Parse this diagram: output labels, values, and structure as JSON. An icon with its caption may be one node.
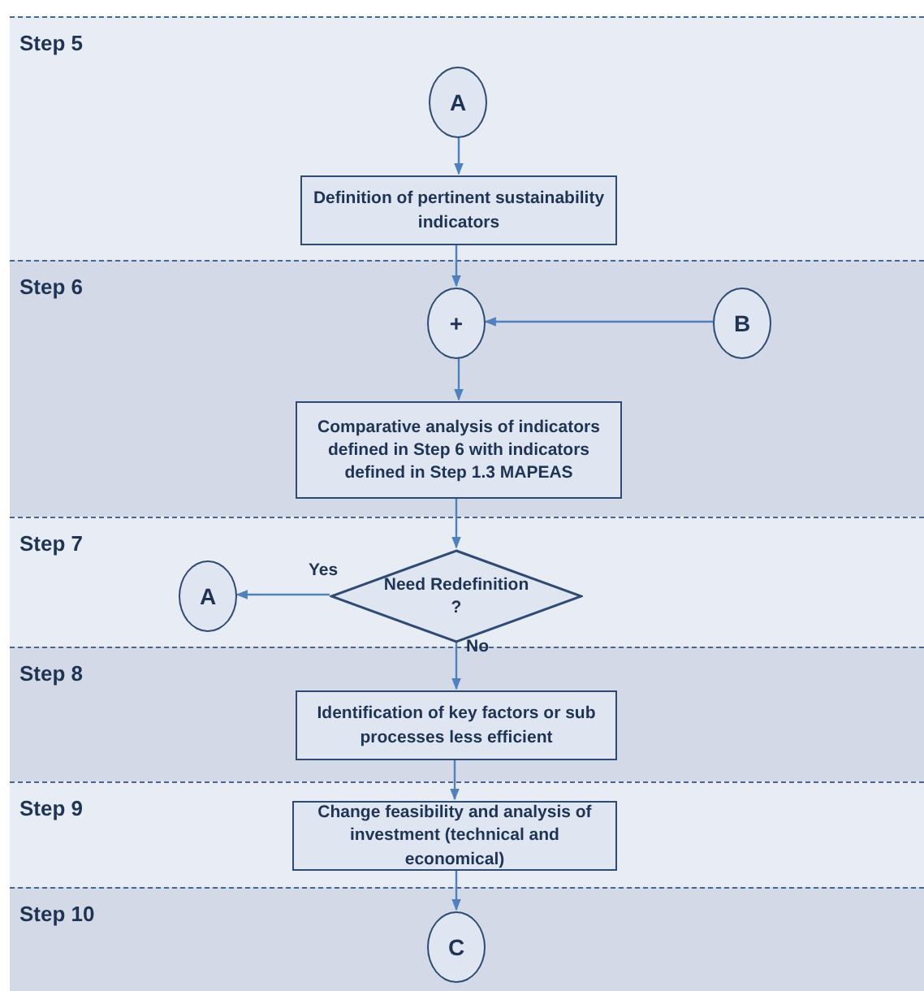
{
  "diagram": {
    "nodes": [
      {
        "text": [
          "Step 5"
        ]
      },
      {
        "text": [
          "A"
        ],
        "in": 0
      },
      {
        "text": [
          "Definition of pertinent sustainability indicators"
        ],
        "in": 0
      },
      {
        "text": [
          "Step 6"
        ]
      },
      {
        "text": [
          "+"
        ],
        "in": 3
      },
      {
        "text": [
          "B"
        ],
        "in": 3
      },
      {
        "text": [
          "Comparative analysis of indicators defined in Step 6 with indicators defined in Step 1.3 MAPEAS"
        ],
        "in": 3
      },
      {
        "text": [
          "Step 7"
        ]
      },
      {
        "text": [
          "A"
        ],
        "in": 7
      },
      {
        "text": [
          "Need Redefinition ?"
        ],
        "in": 7
      },
      {
        "text": [
          "Step 8"
        ]
      },
      {
        "text": [
          "Identification of key factors or sub processes less efficient"
        ],
        "in": 10
      },
      {
        "text": [
          "Step 9"
        ]
      },
      {
        "text": [
          "Change feasibility and analysis of investment (technical and economical)"
        ],
        "in": 12
      },
      {
        "text": [
          "Step 10"
        ]
      },
      {
        "text": [
          "C"
        ],
        "in": 14
      }
    ],
    "edges": [
      {
        "from": 1,
        "to": 2,
        "arrow": "to"
      },
      {
        "from": 2,
        "to": 4,
        "arrow": "to"
      },
      {
        "from": 5,
        "to": 4,
        "arrow": "to"
      },
      {
        "from": 4,
        "to": 6,
        "arrow": "to"
      },
      {
        "from": 6,
        "to": 9,
        "arrow": "to"
      },
      {
        "from": 9,
        "to": 8,
        "arrow": "to",
        "label": "Yes"
      },
      {
        "from": 9,
        "to": 11,
        "arrow": "to",
        "label": "No"
      },
      {
        "from": 11,
        "to": 13,
        "arrow": "to"
      },
      {
        "from": 13,
        "to": 15,
        "arrow": "to"
      }
    ]
  }
}
